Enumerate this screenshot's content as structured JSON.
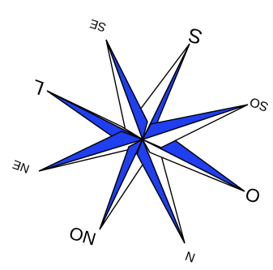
{
  "colors": {
    "accent": "#1f3ff0",
    "outline": "#000000",
    "background": "#ffffff"
  },
  "labels": {
    "S": "S",
    "SE": "SE",
    "L": "L",
    "NE": "NE",
    "NO": "NO",
    "N": "N",
    "O": "O",
    "SO": "SO"
  }
}
